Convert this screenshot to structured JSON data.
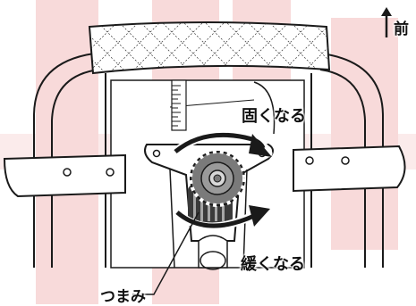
{
  "labels": {
    "front": "前",
    "tighten": "固くなる",
    "loosen": "緩くなる",
    "knob": "つまみ"
  },
  "colors": {
    "background_band": "#f8dada",
    "line": "#1a1a1a",
    "knob_fill": "#7a7a7a",
    "knob_dark": "#3a3a3a"
  },
  "icons": {
    "front_direction": "arrow-up-icon",
    "tighten_direction": "clockwise-arrow-icon",
    "loosen_direction": "counterclockwise-arrow-icon"
  }
}
